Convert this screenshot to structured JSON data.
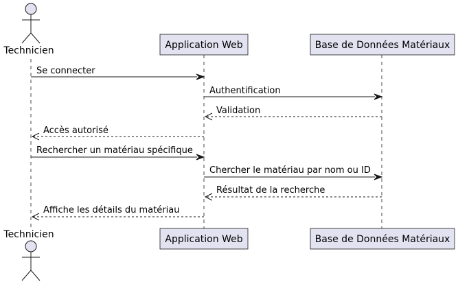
{
  "participants": [
    {
      "id": "technicien",
      "type": "actor",
      "label": "Technicien"
    },
    {
      "id": "app",
      "type": "participant",
      "label": "Application Web"
    },
    {
      "id": "db",
      "type": "participant",
      "label": "Base de Données Matériaux"
    }
  ],
  "messages": [
    {
      "from": "technicien",
      "to": "app",
      "label": "Se connecter",
      "style": "sync"
    },
    {
      "from": "app",
      "to": "db",
      "label": "Authentification",
      "style": "sync"
    },
    {
      "from": "db",
      "to": "app",
      "label": "Validation",
      "style": "reply"
    },
    {
      "from": "app",
      "to": "technicien",
      "label": "Accès autorisé",
      "style": "reply"
    },
    {
      "from": "technicien",
      "to": "app",
      "label": "Rechercher un matériau spécifique",
      "style": "sync"
    },
    {
      "from": "app",
      "to": "db",
      "label": "Chercher le matériau par nom ou ID",
      "style": "sync"
    },
    {
      "from": "db",
      "to": "app",
      "label": "Résultat de la recherche",
      "style": "reply"
    },
    {
      "from": "app",
      "to": "technicien",
      "label": "Affiche les détails du matériau",
      "style": "reply"
    }
  ],
  "colors": {
    "participant_fill": "#E2E2F0",
    "border": "#181818",
    "text": "#000000"
  }
}
